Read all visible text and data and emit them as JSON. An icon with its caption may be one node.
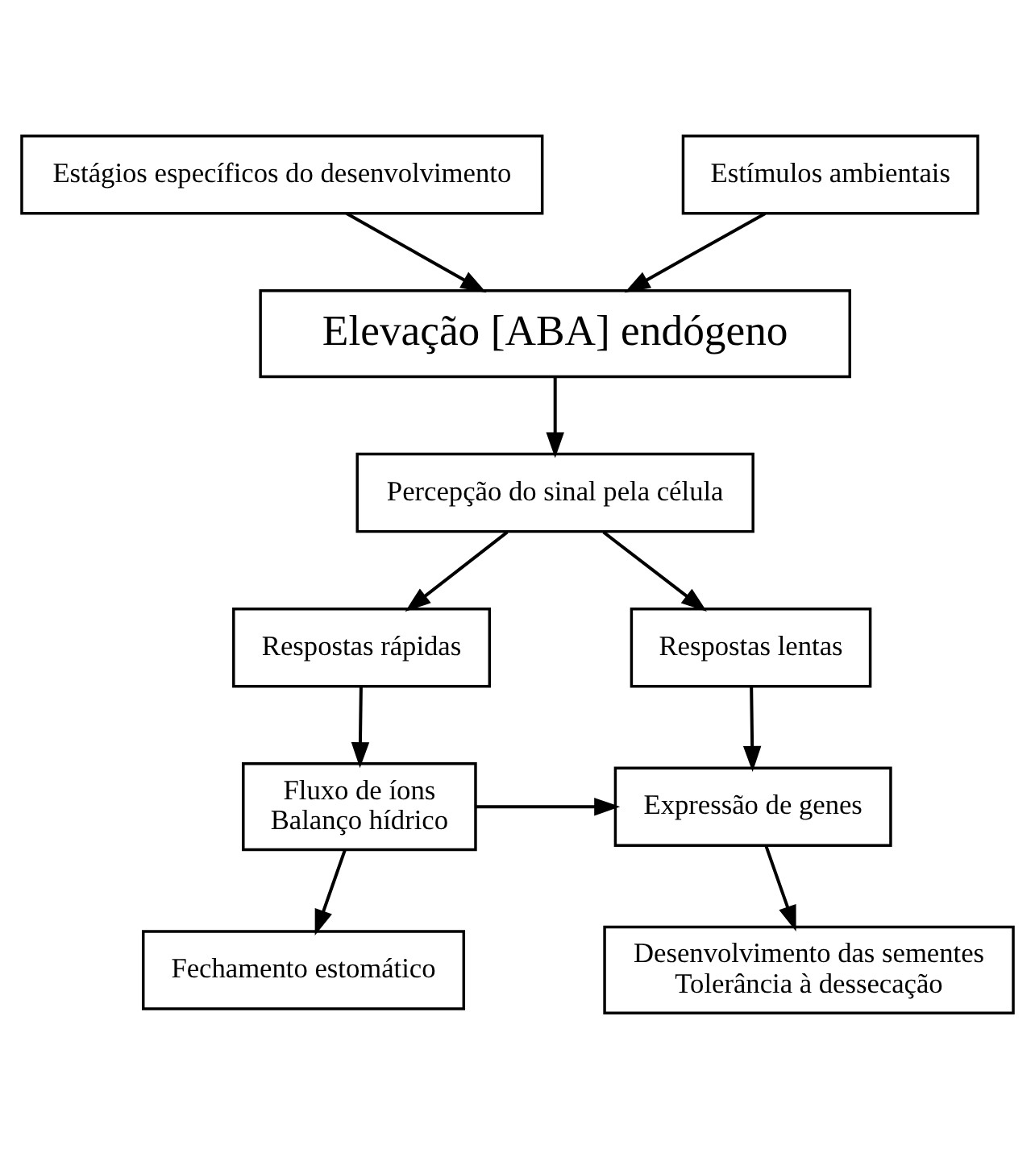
{
  "diagram": {
    "nodes": [
      {
        "text": [
          "Estágios específicos do desenvolvimento"
        ]
      },
      {
        "text": [
          "Estímulos ambientais"
        ]
      },
      {
        "text": [
          "Elevação [ABA] endógeno"
        ]
      },
      {
        "text": [
          "Percepção do sinal pela célula"
        ]
      },
      {
        "text": [
          "Respostas rápidas"
        ]
      },
      {
        "text": [
          "Respostas lentas"
        ]
      },
      {
        "text": [
          "Fluxo de íons",
          "Balanço hídrico"
        ]
      },
      {
        "text": [
          "Expressão de genes"
        ]
      },
      {
        "text": [
          "Fechamento estomático"
        ]
      },
      {
        "text": [
          "Desenvolvimento das sementes",
          "Tolerância à dessecação"
        ]
      }
    ],
    "edges": [
      {
        "from": 0,
        "to": 2,
        "arrow": "to"
      },
      {
        "from": 1,
        "to": 2,
        "arrow": "to"
      },
      {
        "from": 2,
        "to": 3,
        "arrow": "to"
      },
      {
        "from": 3,
        "to": 4,
        "arrow": "to"
      },
      {
        "from": 3,
        "to": 5,
        "arrow": "to"
      },
      {
        "from": 4,
        "to": 6,
        "arrow": "to"
      },
      {
        "from": 5,
        "to": 7,
        "arrow": "to"
      },
      {
        "from": 6,
        "to": 7,
        "arrow": "to"
      },
      {
        "from": 6,
        "to": 8,
        "arrow": "to"
      },
      {
        "from": 7,
        "to": 9,
        "arrow": "to"
      }
    ]
  }
}
